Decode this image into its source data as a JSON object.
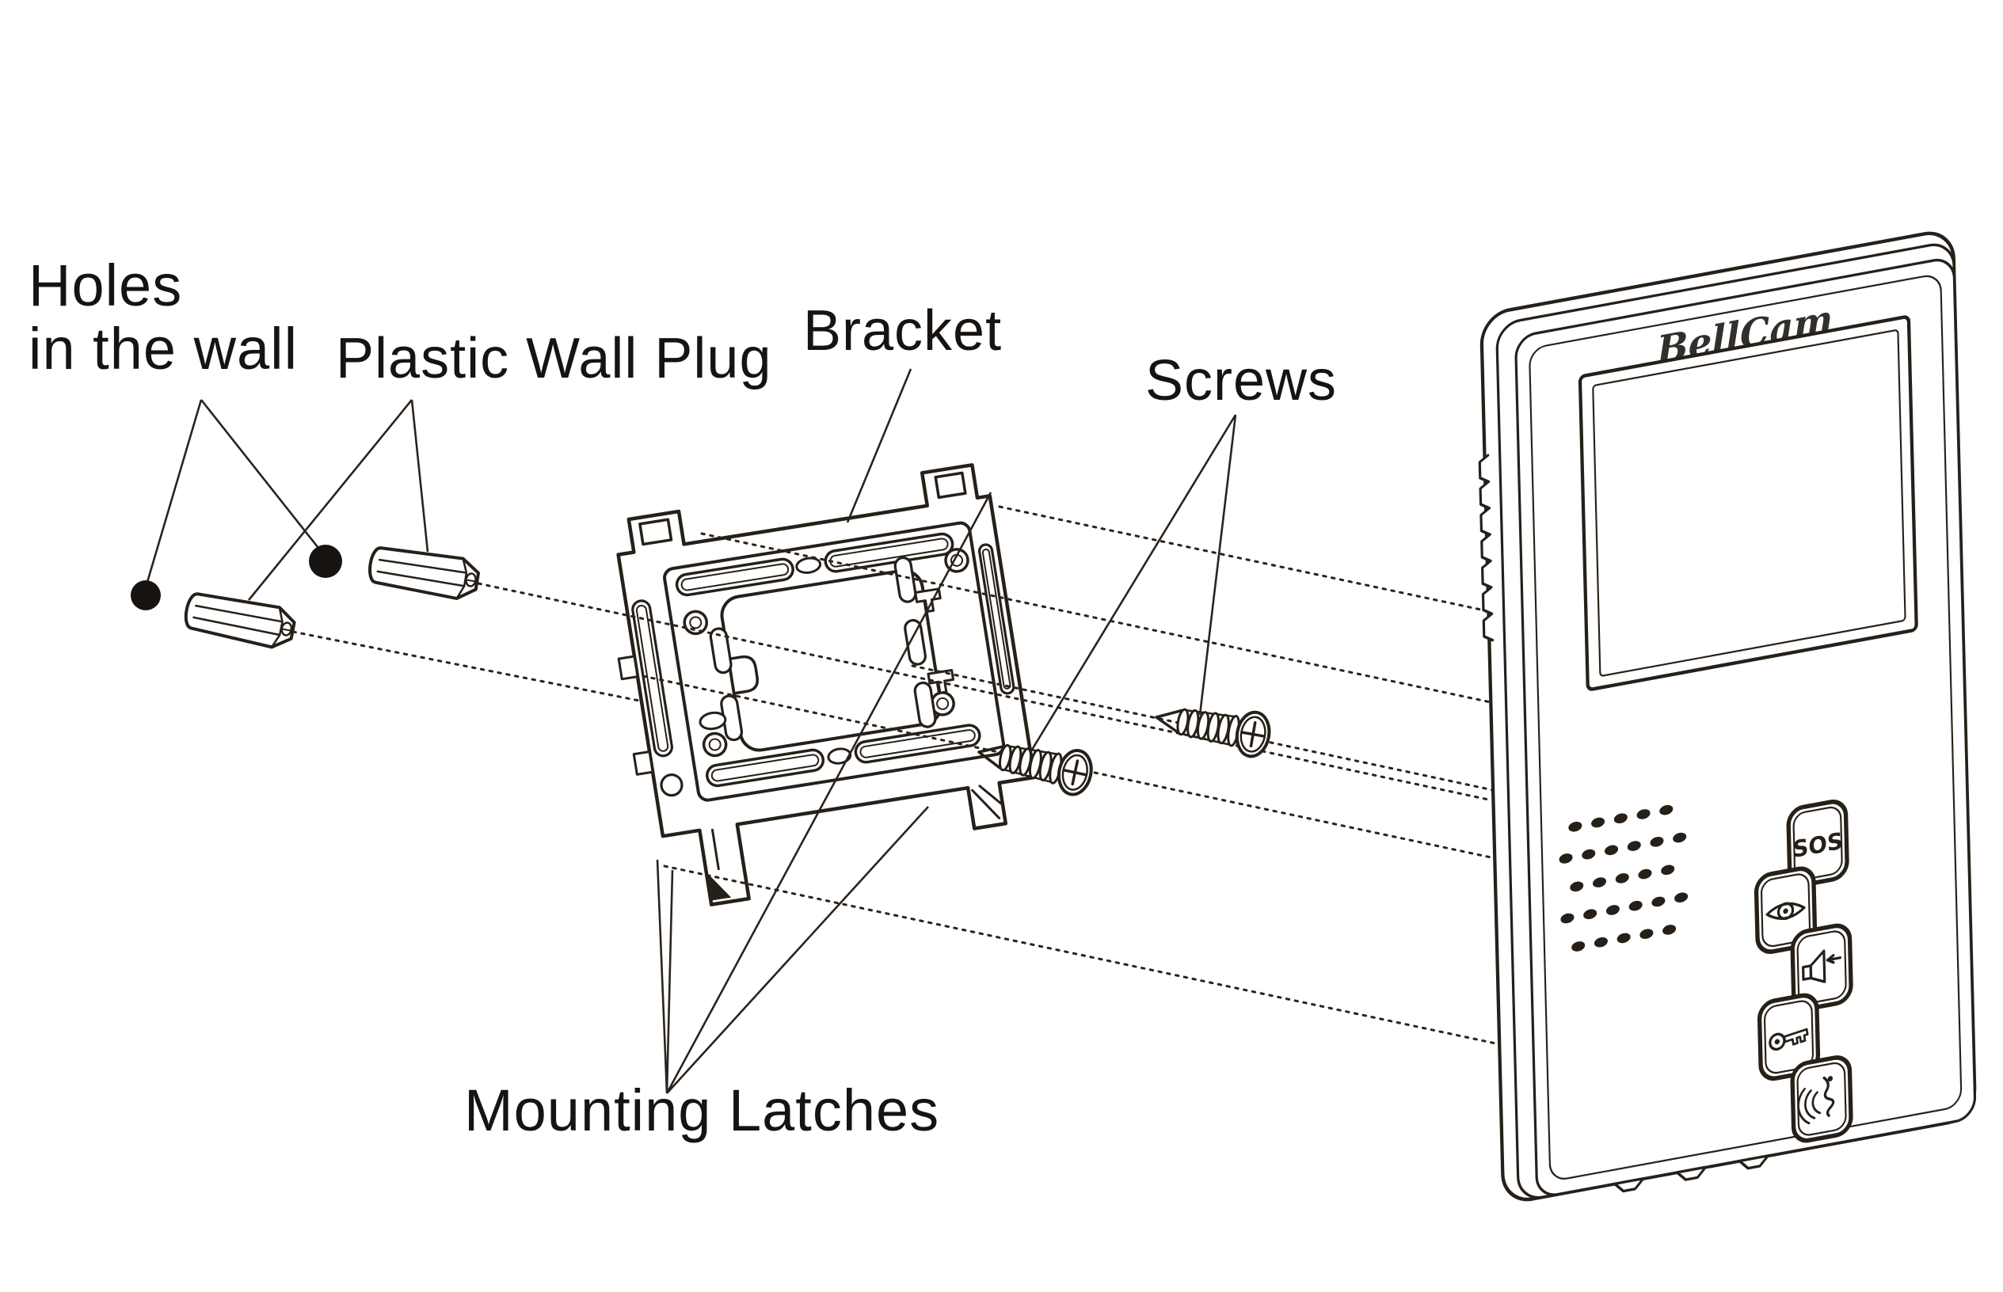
{
  "labels": {
    "holes_line1": "Holes",
    "holes_line2": "in the wall",
    "wall_plug": "Plastic Wall Plug",
    "bracket": "Bracket",
    "screws": "Screws",
    "latches": "Mounting Latches"
  },
  "device": {
    "brand": "BellCam",
    "buttons": [
      {
        "name": "sos",
        "label": "SOS"
      },
      {
        "name": "monitor",
        "icon": "eye-icon"
      },
      {
        "name": "speaker",
        "icon": "speaker-arrow-icon"
      },
      {
        "name": "unlock",
        "icon": "key-icon"
      },
      {
        "name": "talk",
        "icon": "talk-face-icon"
      }
    ]
  },
  "colors": {
    "line": "#262019",
    "text": "#171310",
    "background": "#ffffff"
  }
}
